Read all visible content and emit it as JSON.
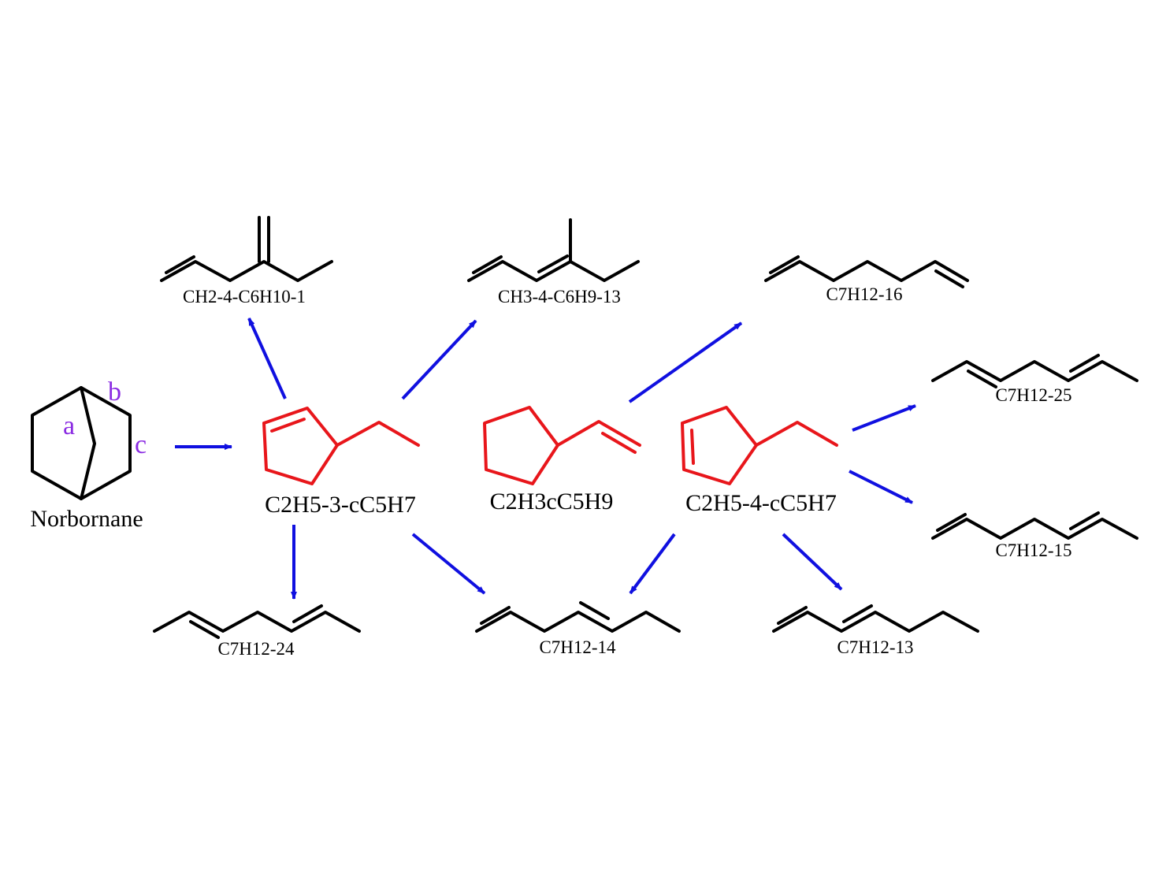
{
  "colors": {
    "bonds": "#000000",
    "intermediates": "#e8161b",
    "arrows": "#1010e0",
    "site_labels": "#8a2be2"
  },
  "reactant": {
    "name": "Norbornane",
    "sites": {
      "a": "a",
      "b": "b",
      "c": "c"
    }
  },
  "intermediates": [
    {
      "id": "i1",
      "name": "C2H5-3-cC5H7"
    },
    {
      "id": "i2",
      "name": "C2H3cC5H9"
    },
    {
      "id": "i3",
      "name": "C2H5-4-cC5H7"
    }
  ],
  "products": [
    {
      "id": "p1",
      "name": "CH2-4-C6H10-1"
    },
    {
      "id": "p2",
      "name": "CH3-4-C6H9-13"
    },
    {
      "id": "p3",
      "name": "C7H12-16"
    },
    {
      "id": "p4",
      "name": "C7H12-25"
    },
    {
      "id": "p5",
      "name": "C7H12-15"
    },
    {
      "id": "p6",
      "name": "C7H12-24"
    },
    {
      "id": "p7",
      "name": "C7H12-14"
    },
    {
      "id": "p8",
      "name": "C7H12-13"
    }
  ],
  "edges": [
    [
      "Norbornane",
      "C2H5-3-cC5H7"
    ],
    [
      "C2H5-3-cC5H7",
      "CH2-4-C6H10-1"
    ],
    [
      "C2H5-3-cC5H7",
      "CH3-4-C6H9-13"
    ],
    [
      "C2H5-3-cC5H7",
      "C7H12-24"
    ],
    [
      "C2H5-3-cC5H7",
      "C7H12-14"
    ],
    [
      "C2H3cC5H9",
      "C7H12-16"
    ],
    [
      "C2H5-4-cC5H7",
      "C7H12-25"
    ],
    [
      "C2H5-4-cC5H7",
      "C7H12-15"
    ],
    [
      "C2H5-4-cC5H7",
      "C7H12-14"
    ],
    [
      "C2H5-4-cC5H7",
      "C7H12-13"
    ]
  ]
}
